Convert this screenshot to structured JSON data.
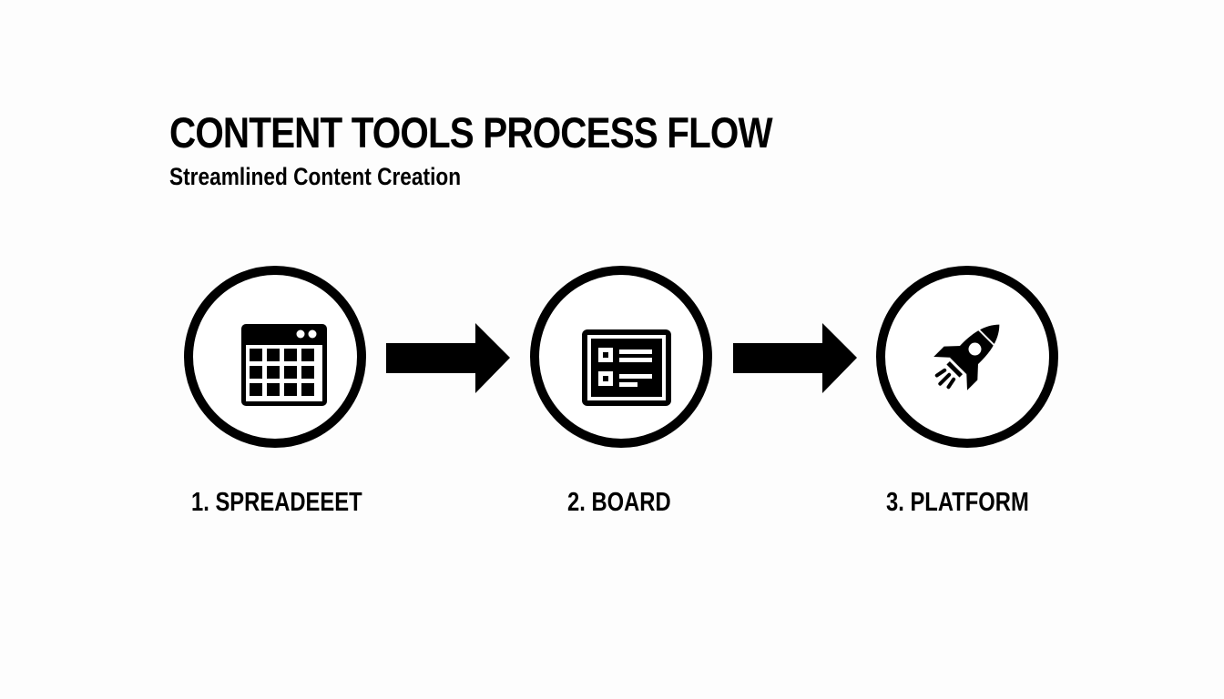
{
  "header": {
    "title": "CONTENT TOOLS PROCESS FLOW",
    "subtitle": "Streamlined Content Creation"
  },
  "steps": [
    {
      "label": "1. SPREADEEET",
      "icon": "spreadsheet-icon"
    },
    {
      "label": "2. BOARD",
      "icon": "board-icon"
    },
    {
      "label": "3. PLATFORM",
      "icon": "rocket-icon"
    }
  ],
  "connectors": [
    {
      "from": 1,
      "to": 2,
      "icon": "arrow-right-icon"
    },
    {
      "from": 2,
      "to": 3,
      "icon": "arrow-right-icon"
    }
  ],
  "colors": {
    "foreground": "#000000",
    "background": "#fdfdfd"
  }
}
